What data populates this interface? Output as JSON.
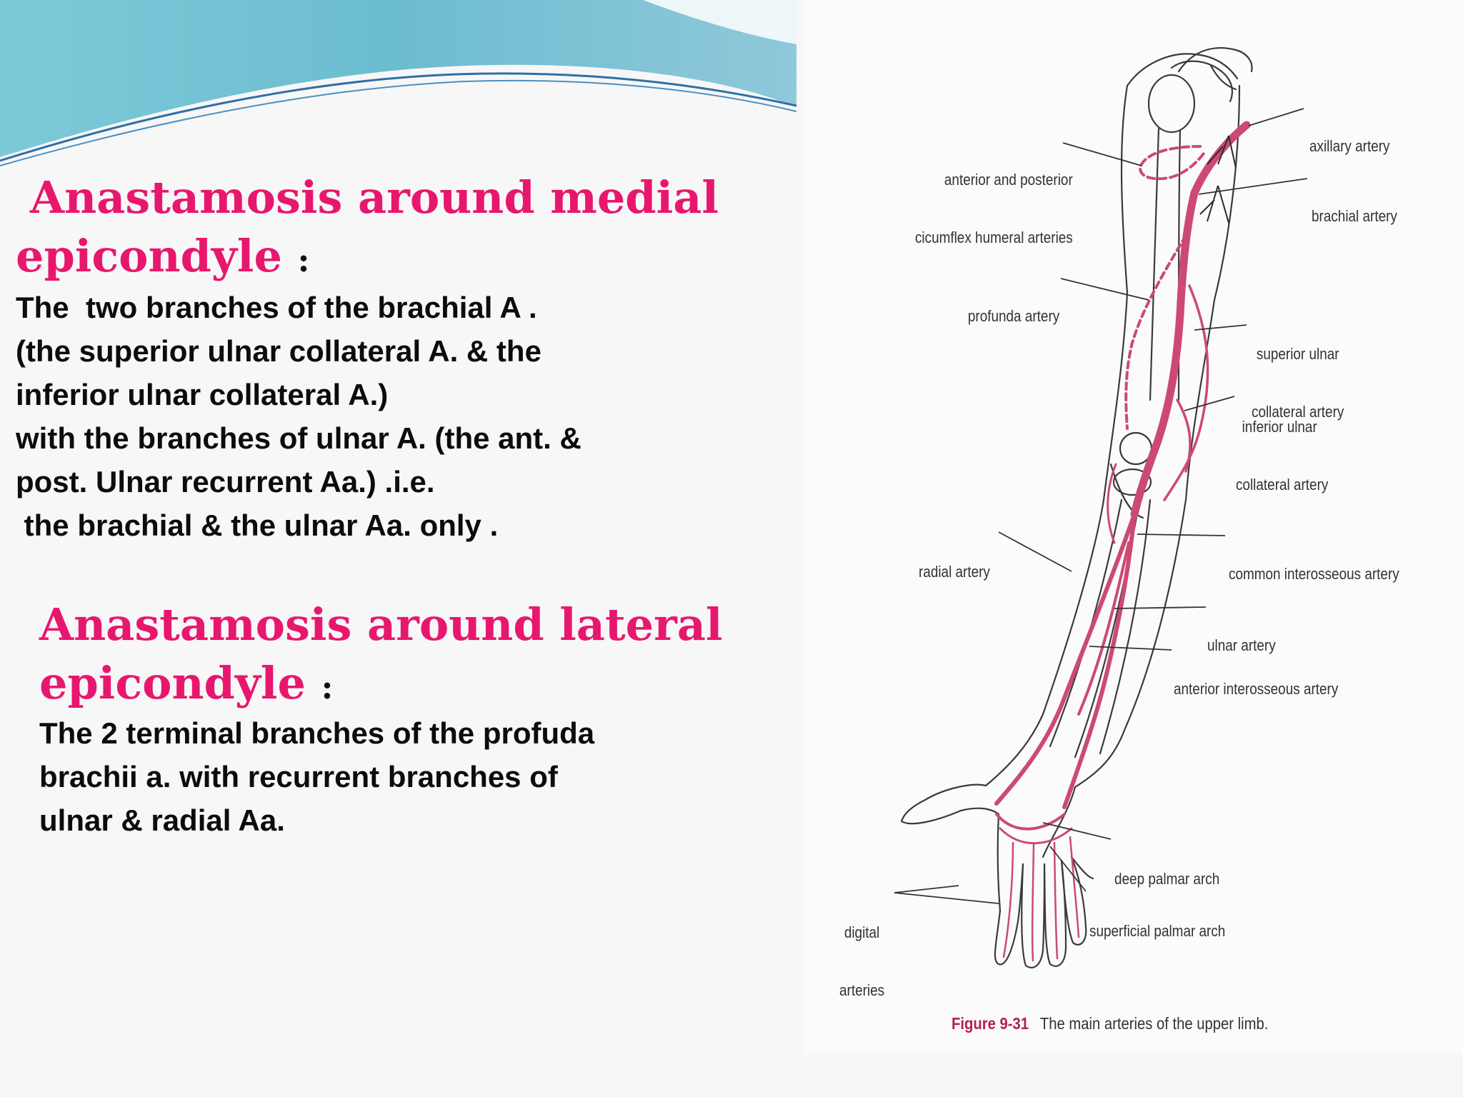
{
  "colors": {
    "heading": "#e8176e",
    "body_text": "#0c0c0c",
    "artery": "#cc4a72",
    "header_teal": "#5fb6c9",
    "figure_number": "#b0205a"
  },
  "medial": {
    "heading_line1": "Anastamosis around medial",
    "heading_line2": "epicondyle",
    "colon": ":",
    "lines": [
      "The  two branches of the brachial A .",
      "(the superior ulnar collateral A. & the",
      "inferior ulnar collateral A.)",
      "with the branches of ulnar A. (the ant. &",
      "post. Ulnar recurrent Aa.) .i.e.",
      " the brachial & the ulnar Aa. only ."
    ]
  },
  "lateral": {
    "heading_line1": "Anastamosis around lateral",
    "heading_line2": "epicondyle",
    "colon": ":",
    "lines": [
      "The 2 terminal branches of the profuda",
      "brachii a. with recurrent branches of",
      "ulnar & radial Aa."
    ]
  },
  "figure": {
    "labels": {
      "circumflex": [
        "anterior and posterior",
        "cicumflex humeral arteries"
      ],
      "axillary": [
        "axillary artery"
      ],
      "brachial": [
        "brachial artery"
      ],
      "profunda": [
        "profunda artery"
      ],
      "superior_ulnar": [
        "superior ulnar",
        "collateral artery"
      ],
      "inferior_ulnar": [
        "inferior ulnar",
        "collateral artery"
      ],
      "radial": [
        "radial artery"
      ],
      "common_interosseous": [
        "common interosseous artery"
      ],
      "ulnar": [
        "ulnar artery"
      ],
      "anterior_interosseous": [
        "anterior interosseous artery"
      ],
      "deep_palmar": [
        "deep palmar arch"
      ],
      "superficial_palmar": [
        "superficial palmar arch"
      ],
      "digital": [
        "digital",
        "arteries"
      ]
    },
    "caption_number": "Figure 9-31",
    "caption_text": "The main arteries of the upper limb."
  }
}
